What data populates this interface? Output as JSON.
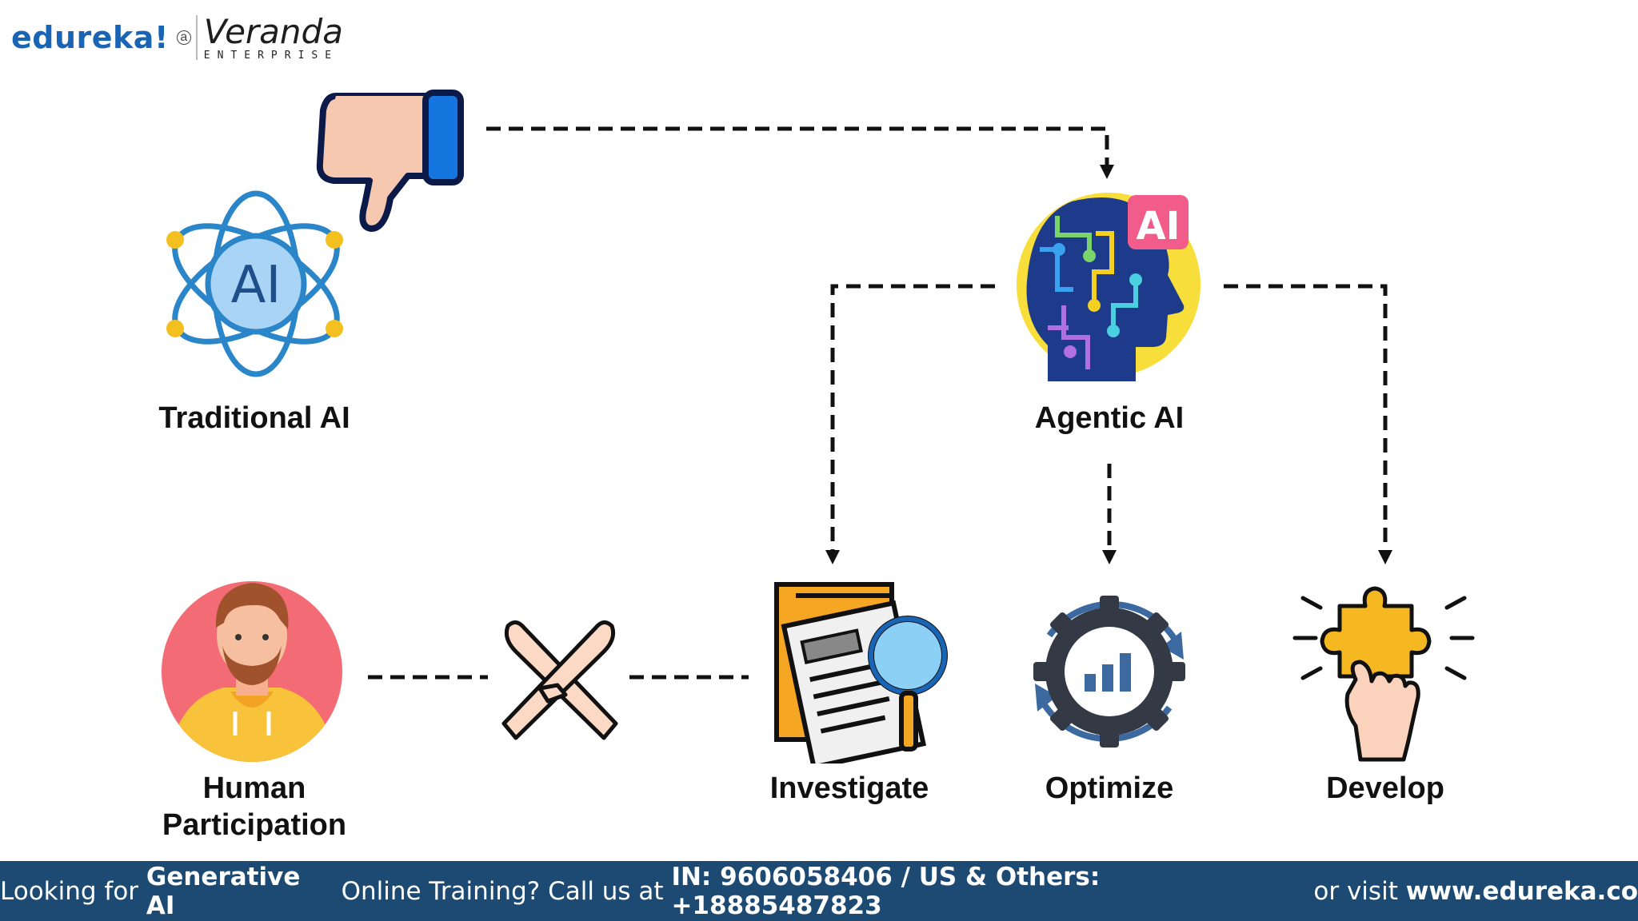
{
  "brand": {
    "edureka": "edureka!",
    "a": "a",
    "veranda": "Veranda",
    "enterprise": "ENTERPRISE"
  },
  "nodes": {
    "traditional_ai": "Traditional AI",
    "agentic_ai": "Agentic AI",
    "human_participation_line1": "Human",
    "human_participation_line2": "Participation",
    "investigate": "Investigate",
    "optimize": "Optimize",
    "develop": "Develop"
  },
  "icons": {
    "thumbs_down": "thumbs-down-icon",
    "atom_ai": "atom-ai-icon",
    "ai_head": "ai-head-icon",
    "ai_badge": "AI",
    "atom_badge": "AI",
    "human": "person-avatar-icon",
    "crossed_hands": "crossed-hands-icon",
    "investigate": "document-magnifier-icon",
    "optimize": "gear-chart-icon",
    "develop": "puzzle-hand-icon"
  },
  "footer": {
    "p1": "Looking for ",
    "b1": "Generative AI",
    "p2": " Online Training? Call us at ",
    "b2": "IN: 9606058406 / US & Others: +18885487823",
    "p3": " or visit ",
    "b3": "www.edureka.co"
  },
  "colors": {
    "footer_bg": "#1c4a73",
    "brand_blue": "#1a64b6"
  }
}
